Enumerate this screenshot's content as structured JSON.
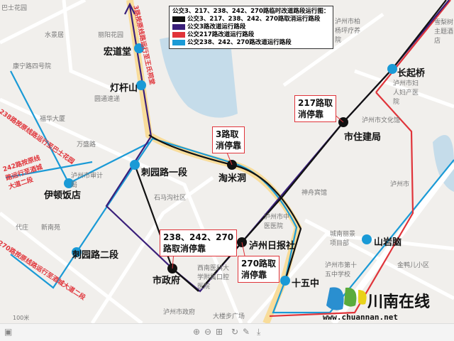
{
  "legend": {
    "title": "公交3、217、238、242、270路临时改道路段运行图：",
    "items": [
      {
        "label": "公交3、217、238、242、270路取消运行路段",
        "color": "#111111"
      },
      {
        "label": "公交3路改道运行路段",
        "color": "#3a1f7a"
      },
      {
        "label": "公交217路改道运行路段",
        "color": "#e0343a"
      },
      {
        "label": "公交238、242、270路改道运行路段",
        "color": "#1a9ad6"
      }
    ]
  },
  "stops": [
    "宏道堂",
    "灯杆山",
    "刺园路一段",
    "伊顿饭店",
    "刺园路二段",
    "市政府",
    "淘米洞",
    "泸州日报社",
    "十五中",
    "市住建局",
    "长起桥",
    "山岩脑"
  ],
  "notes": {
    "n3": "3路取\n消停靠",
    "n217": "217路取\n消停靠",
    "n238": "238、242、270\n路取消停靠",
    "n270": "270路取\n消停靠"
  },
  "route_texts": {
    "r3": "3路按原线路运行至王氏祠堂",
    "r238": "238路按原线路运行至巴士花园",
    "r242": "242路按原线路运行至酒城大道二段",
    "r270": "270路按原线路运行至酒城大道二段"
  },
  "places": [
    "巴士花园",
    "水景居",
    "康宁路四号院",
    "丽阳花园",
    "圆通速递",
    "福华大厦",
    "万盛路",
    "泸州市审计局",
    "石马沟社区",
    "代庄",
    "新南苑",
    "泸州市柏杨坪疗养院",
    "雪梨树主题酒店",
    "泸州市妇人妇产医院",
    "泸州市文化馆",
    "神舟宾馆",
    "泸州市中医医院",
    "西南医科大学附属口腔医院",
    "城南丽景项目部",
    "泸州市第十五中学校",
    "金鸭儿小区",
    "泸州市政府",
    "大楼步广场",
    "泸州市"
  ],
  "scale": "100米",
  "brand": {
    "name": "川南在线",
    "url": "www.chuannan.net"
  },
  "toolbar": {
    "zoom_in": "⊕",
    "zoom_out": "⊖",
    "fit": "⊞",
    "rotate": "↻",
    "edit": "✎",
    "download": "⤓",
    "save": "▣"
  }
}
